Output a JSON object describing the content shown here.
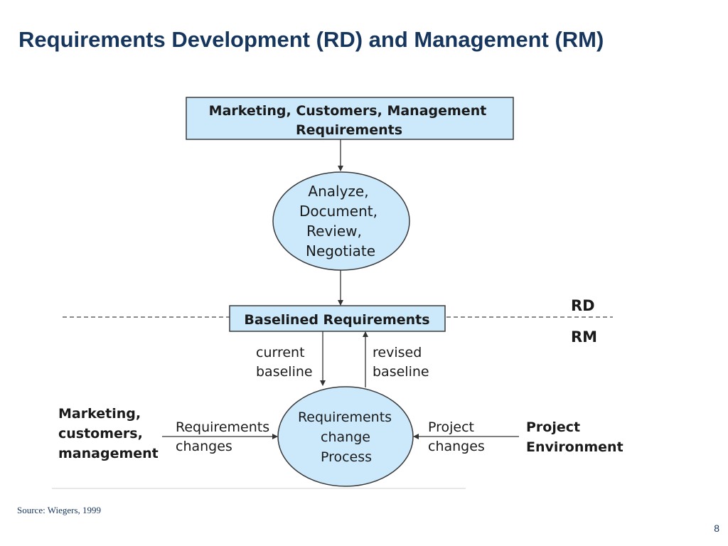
{
  "title": "Requirements Development (RD) and Management (RM)",
  "diagram": {
    "top_box": {
      "line1": "Marketing, Customers, Management",
      "line2": "Requirements"
    },
    "analyze_ellipse": {
      "lines": [
        "Analyze,",
        "Document,",
        "Review,",
        "Negotiate"
      ]
    },
    "baseline_box": {
      "label": "Baselined Requirements"
    },
    "rd_label": "RD",
    "rm_label": "RM",
    "current_baseline": {
      "line1": "current",
      "line2": "baseline"
    },
    "revised_baseline": {
      "line1": "revised",
      "line2": "baseline"
    },
    "change_ellipse": {
      "lines": [
        "Requirements",
        "change",
        "Process"
      ]
    },
    "left_source": {
      "lines": [
        "Marketing,",
        "customers,",
        "management"
      ]
    },
    "req_changes": {
      "line1": "Requirements",
      "line2": "changes"
    },
    "project_changes": {
      "line1": "Project",
      "line2": "changes"
    },
    "right_source": {
      "lines": [
        "Project",
        "Environment"
      ]
    },
    "colors": {
      "fill": "#cce9fb",
      "stroke": "#3a3a3a",
      "title": "#17365d"
    }
  },
  "source": "Source: Wiegers, 1999",
  "page_number": "8"
}
